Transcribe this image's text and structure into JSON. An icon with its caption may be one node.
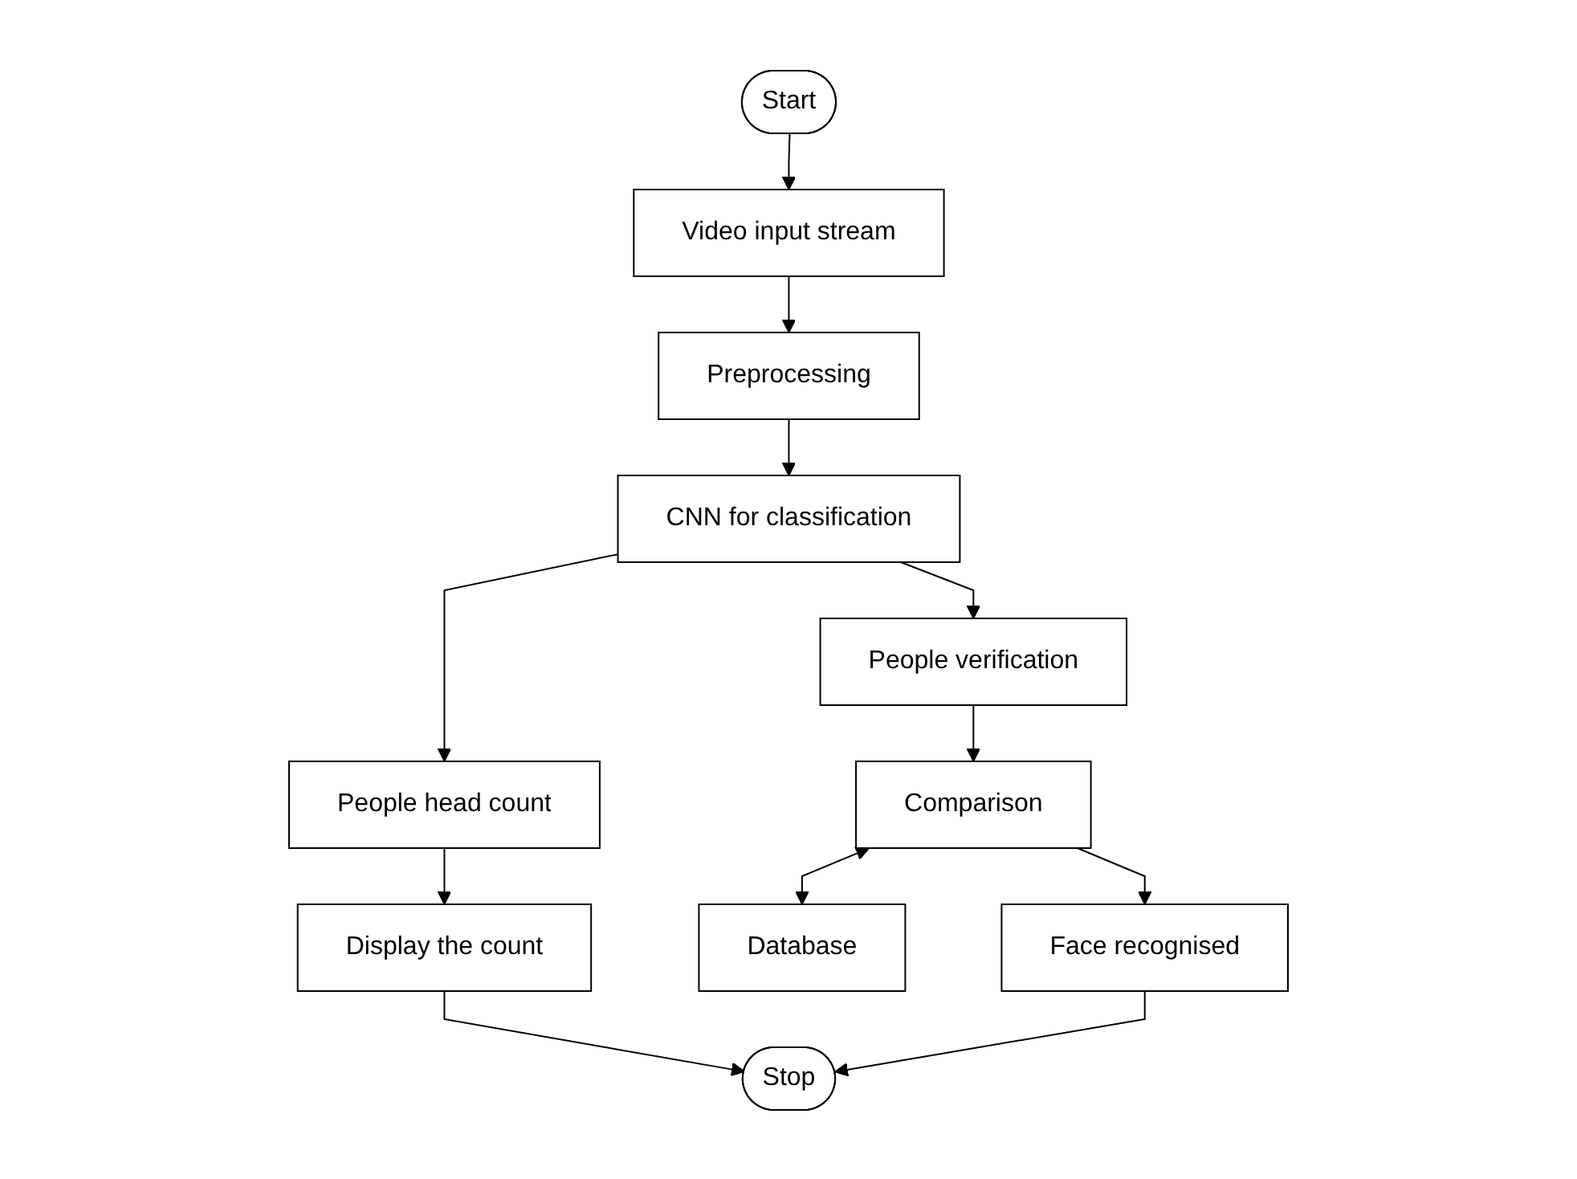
{
  "diagram": {
    "nodes": [
      {
        "text": [
          "Start"
        ]
      },
      {
        "text": [
          "Video input stream"
        ]
      },
      {
        "text": [
          "Preprocessing"
        ]
      },
      {
        "text": [
          "CNN for classification"
        ]
      },
      {
        "text": [
          "People head count"
        ]
      },
      {
        "text": [
          "Display the count"
        ]
      },
      {
        "text": [
          "People verification"
        ]
      },
      {
        "text": [
          "Comparison"
        ]
      },
      {
        "text": [
          "Database"
        ]
      },
      {
        "text": [
          "Face recognised"
        ]
      },
      {
        "text": [
          "Stop"
        ]
      }
    ],
    "edges": [
      {
        "from": 0,
        "to": 1,
        "arrow": "to"
      },
      {
        "from": 1,
        "to": 2,
        "arrow": "to"
      },
      {
        "from": 2,
        "to": 3,
        "arrow": "to"
      },
      {
        "from": 3,
        "to": 4,
        "arrow": "to"
      },
      {
        "from": 3,
        "to": 6,
        "arrow": "to"
      },
      {
        "from": 4,
        "to": 5,
        "arrow": "to"
      },
      {
        "from": 5,
        "to": 10,
        "arrow": "to"
      },
      {
        "from": 6,
        "to": 7,
        "arrow": "to"
      },
      {
        "from": 7,
        "to": 8,
        "arrow": "both"
      },
      {
        "from": 7,
        "to": 9,
        "arrow": "to"
      },
      {
        "from": 9,
        "to": 10,
        "arrow": "to"
      }
    ]
  }
}
